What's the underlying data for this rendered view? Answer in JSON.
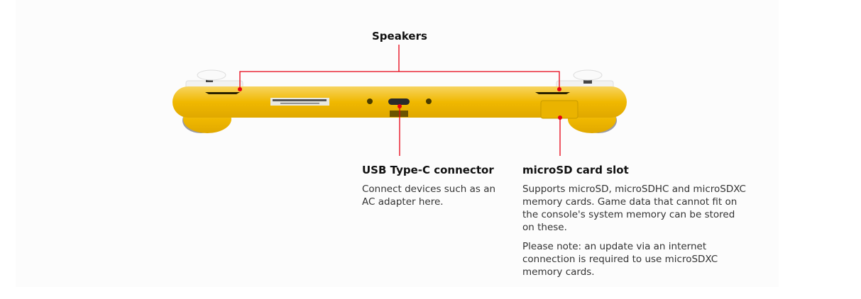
{
  "accent_color": "#e60012",
  "device_color": "#f0b500",
  "callouts": {
    "speakers": {
      "title": "Speakers"
    },
    "usb": {
      "title": "USB Type-C connector",
      "description": "Connect devices such as an AC adapter here."
    },
    "microsd": {
      "title": "microSD card slot",
      "description": "Supports microSD, microSDHC and microSDXC memory cards. Game data that cannot fit on the console's system memory can be stored on these.",
      "note": "Please note: an update via an internet connection is required to use microSDXC memory cards."
    }
  }
}
